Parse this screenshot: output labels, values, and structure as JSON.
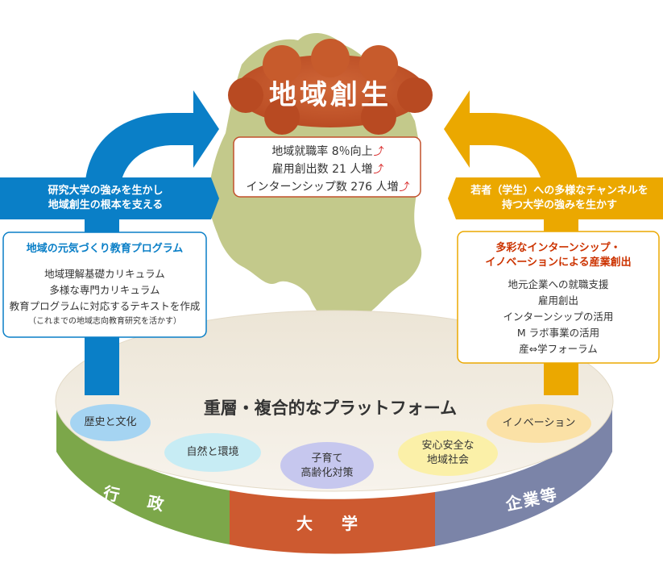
{
  "title": "地域創生",
  "targets": {
    "items": [
      "地域就職率 8％向上",
      "雇用創出数 21 人増",
      "インターンシップ数 276 人増"
    ],
    "up_mark": "⤴"
  },
  "left": {
    "header": [
      "研究大学の強みを生かし",
      "地域創生の根本を支える"
    ],
    "box_title": "地域の元気づくり教育プログラム",
    "items": [
      "地域理解基礎カリキュラム",
      "多様な専門カリキュラム",
      "教育プログラムに対応するテキストを作成"
    ],
    "note": "（これまでの地域志向教育研究を活かす）"
  },
  "right": {
    "header": [
      "若者（学生）への多様なチャンネルを",
      "持つ大学の強みを生かす"
    ],
    "box_title": [
      "多彩なインターンシップ・",
      "イノベーションによる産業創出"
    ],
    "items": [
      "地元企業への就職支援",
      "雇用創出",
      "インターンシップの活用",
      "M ラボ事業の活用",
      "産⇔学フォーラム"
    ]
  },
  "platform": {
    "title": "重層・複合的なプラットフォーム",
    "bubbles": [
      [
        "歴史と文化"
      ],
      [
        "自然と環境"
      ],
      [
        "子育て",
        "高齢化対策"
      ],
      [
        "安心安全な",
        "地域社会"
      ],
      [
        "イノベーション"
      ]
    ],
    "sides": [
      "行　政",
      "大　学",
      "企業等"
    ]
  },
  "colors": {
    "blue": "#0a7fc7",
    "orange": "#eba800",
    "title_red": "#c2502c",
    "green": "#7ca74a",
    "mid_red": "#cd5a30",
    "slate": "#7b84a8",
    "map": "#c3c98b",
    "box_title_red": "#cc3300"
  }
}
